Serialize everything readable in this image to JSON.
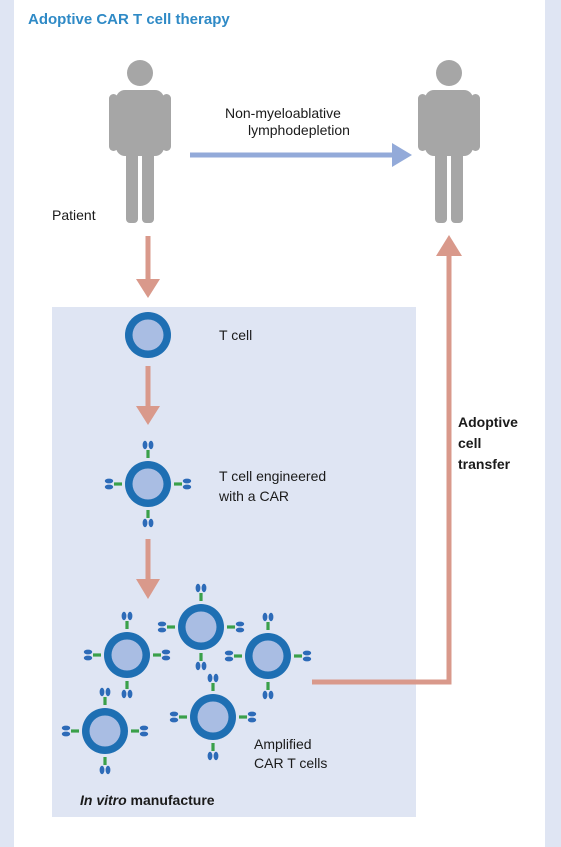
{
  "title": "Adoptive CAR T cell therapy",
  "labels": {
    "patient": "Patient",
    "lymphodepletion_line1": "Non-myeloablative",
    "lymphodepletion_line2": "lymphodepletion",
    "t_cell": "T cell",
    "engineered_line1": "T cell engineered",
    "engineered_line2": "with a CAR",
    "amplified_line1": "Amplified",
    "amplified_line2": "CAR T cells",
    "transfer_line1": "Adoptive",
    "transfer_line2": "cell",
    "transfer_line3": "transfer",
    "manufacture_italic": "In vitro",
    "manufacture_rest": " manufacture"
  },
  "colors": {
    "title": "#2f8ac6",
    "person": "#a6a6a6",
    "blue_arrow": "#93aad9",
    "salmon_arrow": "#d9998b",
    "cell_ring": "#1e6fb3",
    "cell_core": "#a9bde3",
    "receptor_green": "#3aa04a",
    "receptor_blue": "#2d6bb8",
    "box": "#dfe5f3"
  }
}
